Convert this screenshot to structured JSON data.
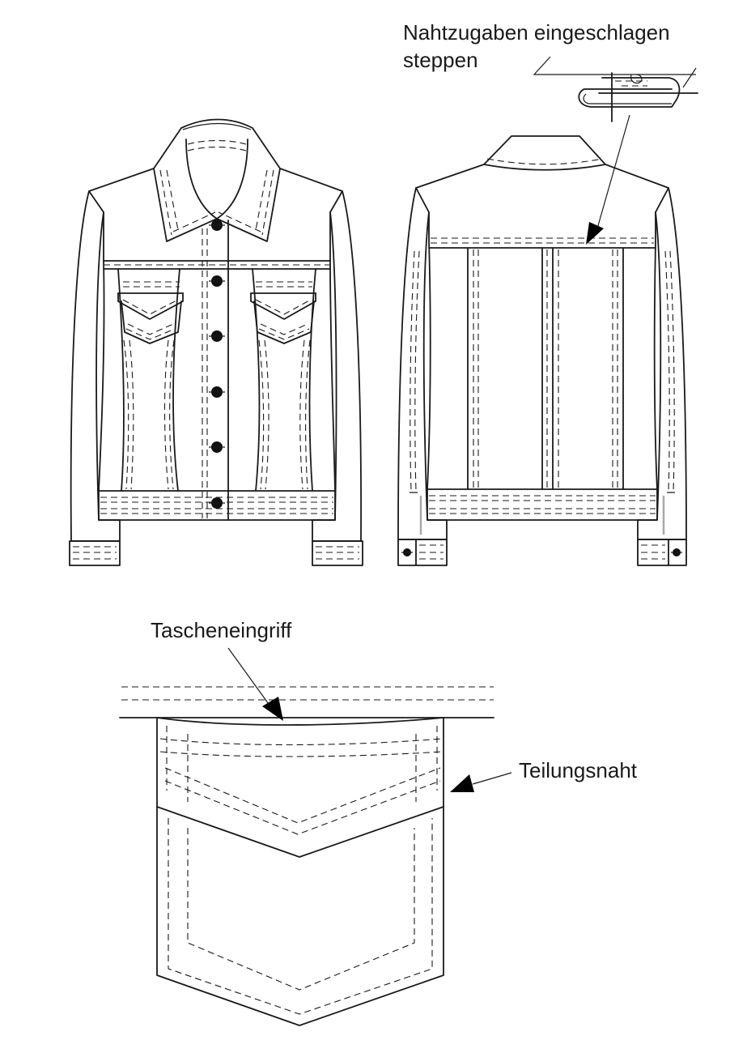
{
  "labels": {
    "topstitch_note_line1": "Nahtzugaben eingeschlagen",
    "topstitch_note_line2": "steppen",
    "pocket_opening": "Tascheneingriff",
    "dividing_seam": "Teilungsnaht"
  },
  "colors": {
    "line": "#1a1a1a",
    "background": "#ffffff",
    "cuff_highlight": "#a8a8a8"
  }
}
